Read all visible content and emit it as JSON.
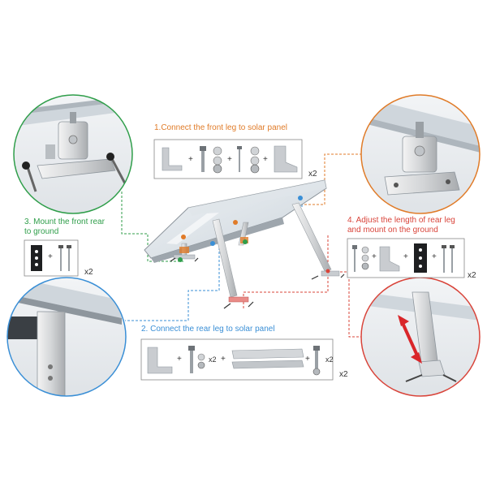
{
  "colors": {
    "orange": "#e07b28",
    "green": "#2f9e4a",
    "blue": "#3a8fd6",
    "red": "#d9443a",
    "arrow_red": "#d9262a"
  },
  "steps": {
    "step1": {
      "label": "1.Connect the front leg to solar panel",
      "qty": "x2"
    },
    "step2": {
      "label": "2. Connect the rear leg to solar panel",
      "qty": "x2",
      "inline_qty_a": "x2",
      "inline_qty_b": "x2"
    },
    "step3": {
      "label_line1": "3. Mount the front rear",
      "label_line2": "to ground",
      "qty": "x2"
    },
    "step4": {
      "label_line1": "4. Adjust the length of rear leg",
      "label_line2": "and mount on the ground",
      "qty": "x2"
    }
  },
  "plus_sign": "+",
  "icons": [
    "l-bracket-icon",
    "bolt-icon",
    "washer-nut-icon",
    "u-bracket-icon",
    "ground-plate-icon",
    "screw-icon",
    "rail-icon",
    "double-arrow-icon"
  ]
}
